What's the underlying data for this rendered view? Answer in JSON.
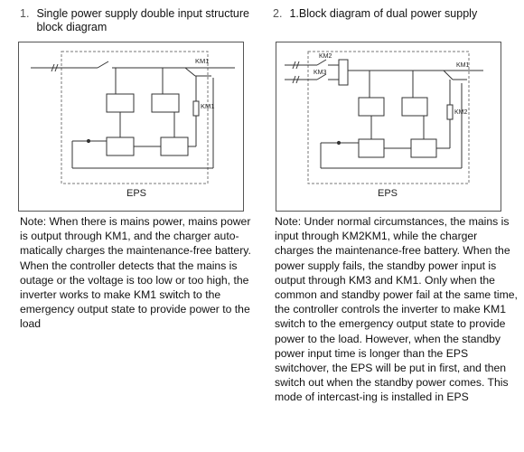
{
  "left": {
    "number": "1.",
    "title": "Single power supply double input structure block diagram",
    "diagram": {
      "eps_label": "EPS",
      "relay_top": "KM1",
      "relay_side": "KM1"
    },
    "note": "Note: When there is mains power, mains power is output through KM1, and the charger auto-matically charges the maintenance-free battery. When the controller detects that the mains is outage or the voltage is too low or too high, the inverter works to make KM1 switch to the emergency output state to provide power to the load"
  },
  "right": {
    "number": "2.",
    "title": "1.Block diagram of dual power supply",
    "diagram": {
      "eps_label": "EPS",
      "relay_km2_top": "KM2",
      "relay_km3": "KM3",
      "relay_km1": "KM1",
      "relay_km2_side": "KM2"
    },
    "note": "Note: Under normal circumstances, the mains is input through KM2KM1, while the charger charges the maintenance-free battery. When the power supply fails, the standby power input is output through KM3 and KM1. Only when the common and standby power fail at the same time, the controller controls the inverter to make KM1 switch to the emergency output state to provide power to the load. However, when the standby power input time is longer than the EPS switchover, the EPS will be put in first, and then switch out when the standby power comes. This mode of intercast-ing is installed in EPS"
  }
}
